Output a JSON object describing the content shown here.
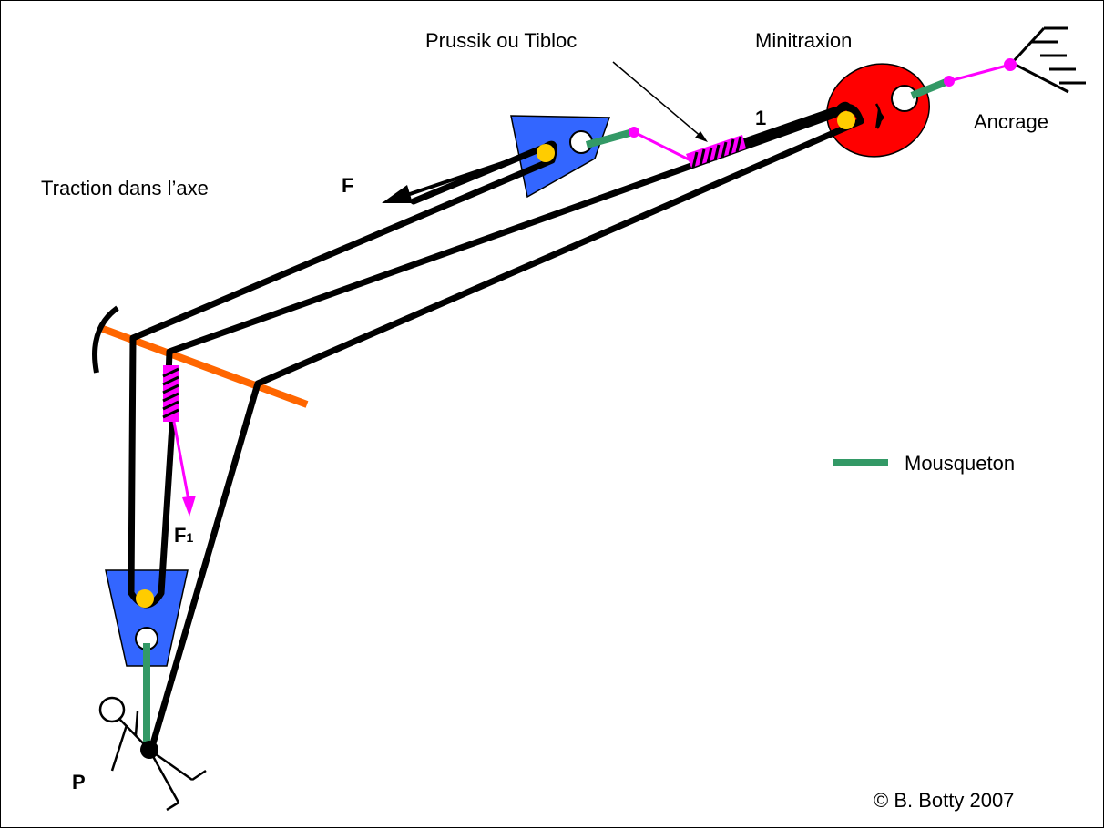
{
  "labels": {
    "prussik": "Prussik ou Tibloc",
    "minitraxion": "Minitraxion",
    "ancrage": "Ancrage",
    "traction": "Traction dans l’axe",
    "force": "F",
    "force_1": "F",
    "force_1_sub": "1",
    "number_1": "1",
    "mousqueton": "Mousqueton",
    "person": "P",
    "copyright": "© B. Botty 2007"
  },
  "colors": {
    "rope": "#000000",
    "pulley_blue": "#3366ff",
    "minitraxion_red": "#ff0000",
    "axle_yellow": "#ffcc00",
    "sling_magenta": "#ff00ff",
    "carabiner_green": "#339966",
    "edge_orange": "#ff6600"
  },
  "icons": {
    "anchor": "anchor-hatch-icon",
    "person": "stick-figure-icon"
  }
}
